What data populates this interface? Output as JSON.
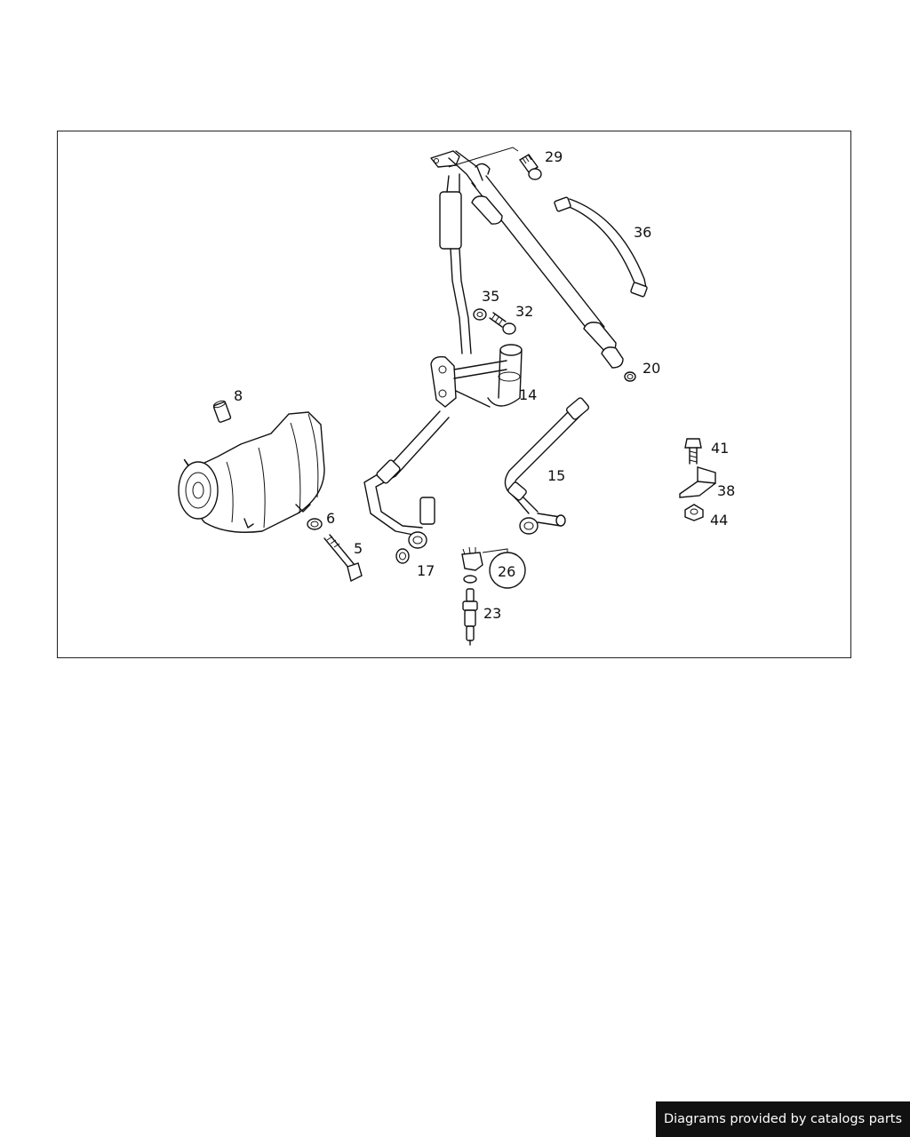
{
  "diagram": {
    "callouts": [
      {
        "id": "29",
        "text": "29"
      },
      {
        "id": "36",
        "text": "36"
      },
      {
        "id": "35",
        "text": "35"
      },
      {
        "id": "32",
        "text": "32"
      },
      {
        "id": "20",
        "text": "20"
      },
      {
        "id": "14",
        "text": "14"
      },
      {
        "id": "8",
        "text": "8"
      },
      {
        "id": "41",
        "text": "41"
      },
      {
        "id": "15",
        "text": "15"
      },
      {
        "id": "38",
        "text": "38"
      },
      {
        "id": "6",
        "text": "6"
      },
      {
        "id": "44",
        "text": "44"
      },
      {
        "id": "5",
        "text": "5"
      },
      {
        "id": "17",
        "text": "17"
      },
      {
        "id": "26",
        "text": "26"
      },
      {
        "id": "23",
        "text": "23"
      }
    ]
  },
  "footer": {
    "credit": "Diagrams provided by catalogs parts"
  },
  "colors": {
    "line": "#111111",
    "background": "#ffffff",
    "banner_bg": "#111111",
    "banner_text": "#ffffff"
  }
}
